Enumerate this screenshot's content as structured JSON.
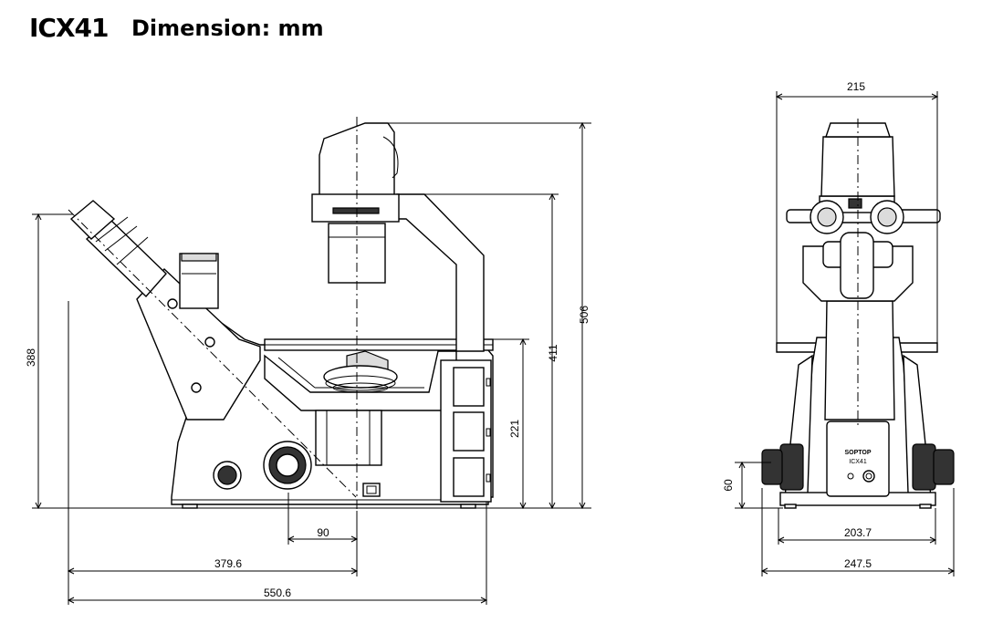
{
  "header": {
    "model": "ICX41",
    "subtitle": "Dimension: mm"
  },
  "side_view": {
    "dimensions": {
      "overall_height": "506",
      "stage_height": "411",
      "eyepiece_height": "388",
      "nosepiece_height": "221",
      "optical_axis_to_focus": "90",
      "axis_to_rear": "379.6",
      "overall_length": "550.6"
    }
  },
  "front_view": {
    "dimensions": {
      "stage_width": "215",
      "knob_height": "60",
      "base_width": "203.7",
      "knob_span": "247.5"
    },
    "badge": {
      "brand": "SOPTOP",
      "model": "ICX41"
    }
  }
}
